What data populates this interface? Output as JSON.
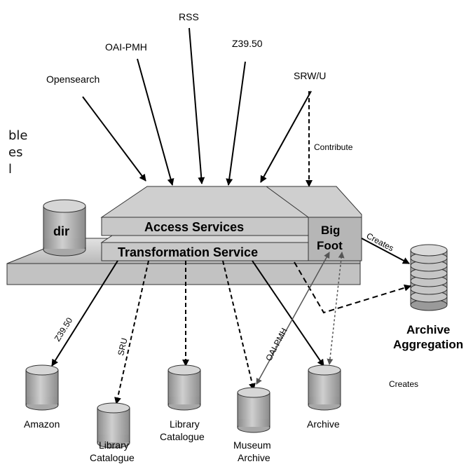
{
  "protocols": {
    "rss": "RSS",
    "oai_pmh": "OAI-PMH",
    "z3950": "Z39.50",
    "opensearch": "Opensearch",
    "srw_u": "SRW/U"
  },
  "edge_labels": {
    "contribute": "Contribute",
    "creates_top": "Creates",
    "creates_bottom": "Creates",
    "z3950_down": "Z39.50",
    "sru_down": "SRU",
    "oai_pmh_down": "OAI-PMH"
  },
  "side_text": {
    "line1": "ble",
    "line2": "es",
    "line3": "l"
  },
  "platform": {
    "dir": "dir",
    "access_services": "Access Services",
    "transformation_service": "Transformation Service",
    "bigfoot_line1": "Big",
    "bigfoot_line2": "Foot"
  },
  "aggregation": {
    "line1": "Archive",
    "line2": "Aggregation"
  },
  "targets": {
    "amazon": "Amazon",
    "library_cat_1_line1": "Library",
    "library_cat_1_line2": "Catalogue",
    "library_cat_2_line1": "Library",
    "library_cat_2_line2": "Catalogue",
    "museum_line1": "Museum",
    "museum_line2": "Archive",
    "archive": "Archive"
  },
  "colors": {
    "box_top": "#d4d4d4",
    "box_side": "#9a9a9a",
    "box_front": "#c4c4c4",
    "cylinder_body": "#b0b0b0",
    "cylinder_top": "#d6d6d6"
  }
}
